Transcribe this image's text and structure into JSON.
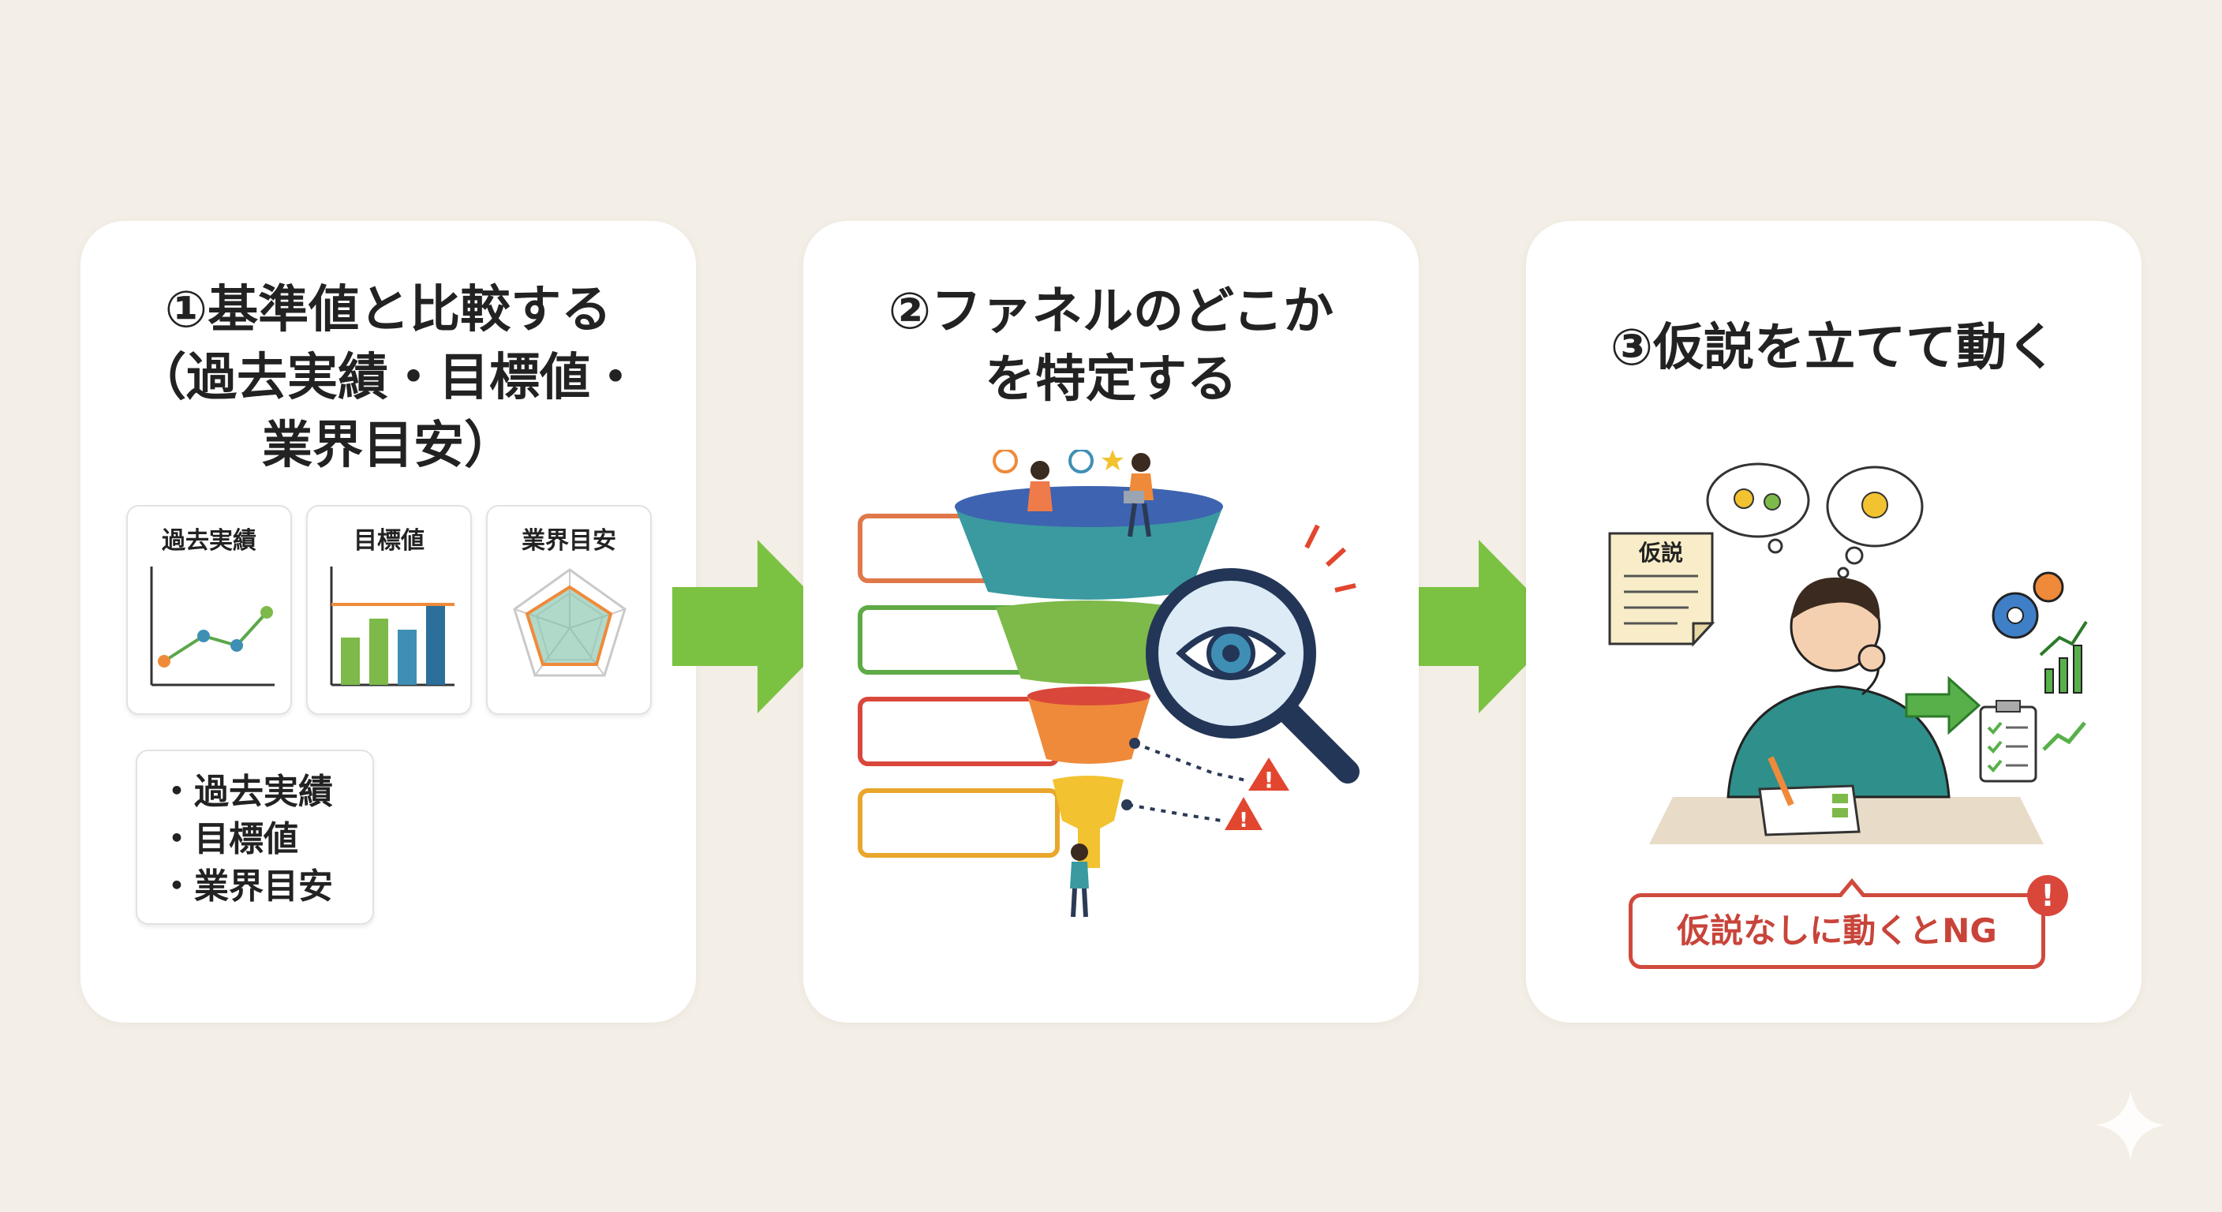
{
  "step1": {
    "title_lines": [
      "①基準値と比較する",
      "（過去実績・目標値・",
      "業界目安）"
    ],
    "panels": [
      "過去実績",
      "目標値",
      "業界目安"
    ],
    "bullets": [
      "・過去実績",
      "・目標値",
      "・業界目安"
    ]
  },
  "step2": {
    "title_lines": [
      "②ファネルのどこか",
      "を特定する"
    ]
  },
  "step3": {
    "title": "③仮説を立てて動く",
    "document_label": "仮説",
    "warning": "仮説なしに動くとNG",
    "warning_icon": "!"
  },
  "colors": {
    "background": "#f3eee6",
    "arrow": "#7cc242",
    "warning": "#d04a3c",
    "funnel": [
      "#3f8fb5",
      "#7dba4a",
      "#ef8a3a",
      "#f2c230"
    ]
  }
}
